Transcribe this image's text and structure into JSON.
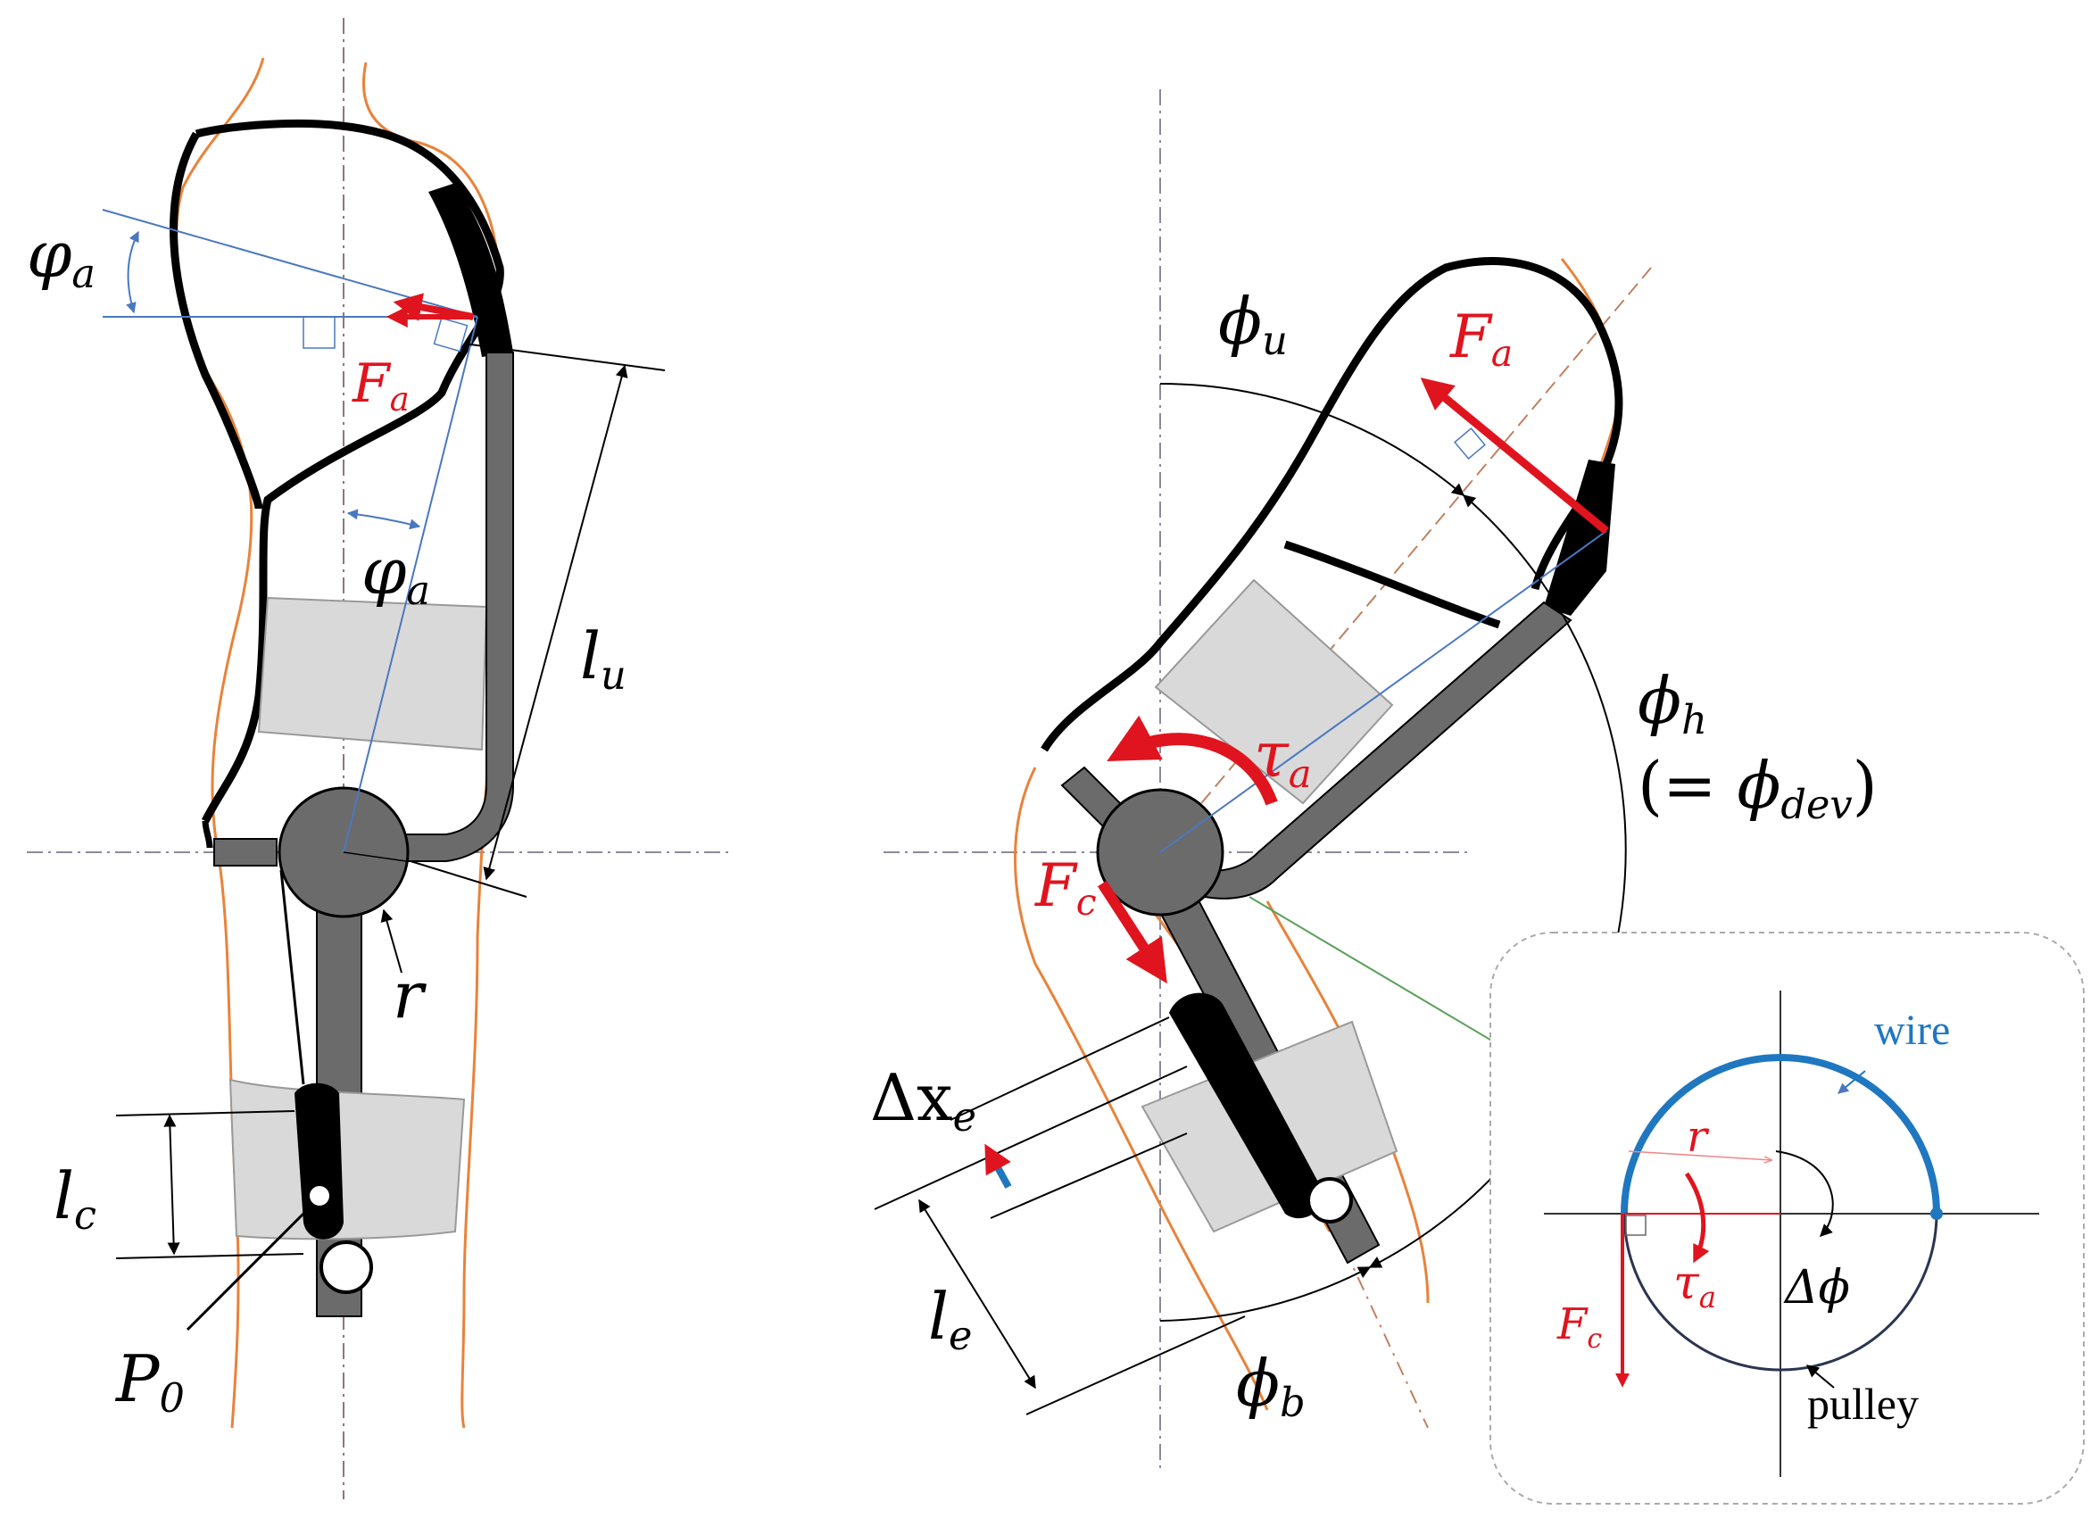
{
  "labels": {
    "phi_a": "φ",
    "phi_a_sub": "a",
    "phi_a2": "φ",
    "phi_a2_sub": "a",
    "F_a_left": "F",
    "F_a_left_sub": "a",
    "l_u": "l",
    "l_u_sub": "u",
    "r_left": "r",
    "l_c": "l",
    "l_c_sub": "c",
    "P_0": "P",
    "P_0_sub": "0",
    "phi_u": "ϕ",
    "phi_u_sub": "u",
    "F_a_right": "F",
    "F_a_right_sub": "a",
    "phi_h": "ϕ",
    "phi_h_sub": "h",
    "phi_dev_prefix": "(= ",
    "phi_dev": "ϕ",
    "phi_dev_sub": "dev",
    "phi_dev_suffix": ")",
    "tau_a_right": "τ",
    "tau_a_right_sub": "a",
    "F_c_right": "F",
    "F_c_right_sub": "c",
    "delta_x_e": "Δx",
    "delta_x_e_sub": "e",
    "l_e": "l",
    "l_e_sub": "e",
    "phi_b": "ϕ",
    "phi_b_sub": "b"
  },
  "inset": {
    "wire": "wire",
    "r": "r",
    "tau": "τ",
    "tau_sub": "a",
    "delta_phi": "Δϕ",
    "F_c": "F",
    "F_c_sub": "c",
    "pulley": "pulley"
  },
  "colors": {
    "force_red": "#e0141e",
    "wire_blue": "#1f77c0",
    "skin_orange": "#e8833a",
    "frame_gray": "#6b6b6b",
    "band_gray": "#d9d9d9"
  }
}
